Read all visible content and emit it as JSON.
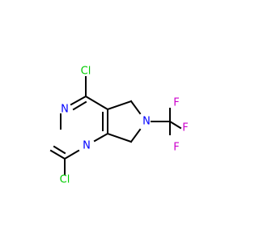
{
  "molecule": {
    "atoms": {
      "cl_top": "Cl",
      "cl_left": "Cl",
      "n_upper": "N",
      "n_lower": "N",
      "n_ring": "N",
      "f_top": "F",
      "f_right": "F",
      "f_bottom": "F"
    },
    "colors": {
      "bond": "#000000",
      "chlorine": "#00cc00",
      "nitrogen": "#0000ff",
      "fluorine": "#cc00cc"
    }
  }
}
